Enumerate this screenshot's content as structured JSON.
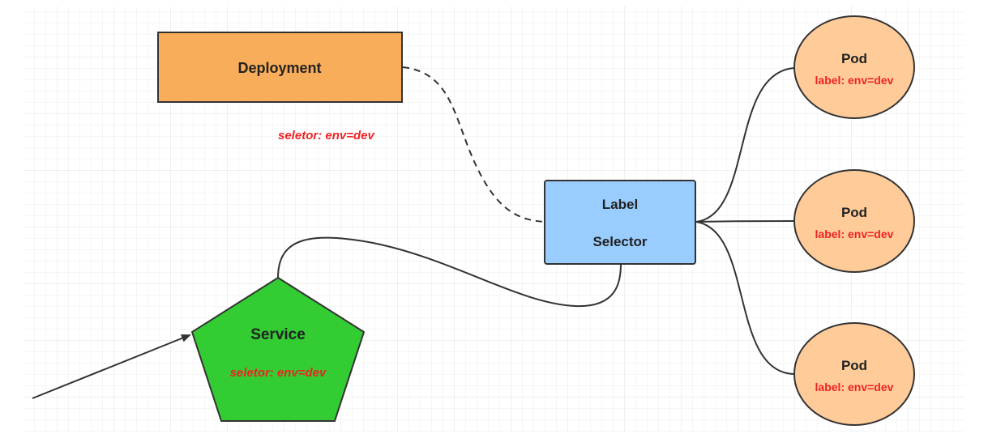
{
  "deployment": {
    "title": "Deployment",
    "selector": "seletor:  env=dev"
  },
  "label_selector": {
    "line1": "Label",
    "line2": "Selector"
  },
  "service": {
    "title": "Service",
    "selector": "seletor:  env=dev"
  },
  "pods": [
    {
      "title": "Pod",
      "label": "label: env=dev"
    },
    {
      "title": "Pod",
      "label": "label: env=dev"
    },
    {
      "title": "Pod",
      "label": "label: env=dev"
    }
  ],
  "colors": {
    "deployment_fill": "#f8ad5a",
    "selector_fill": "#99ccff",
    "service_fill": "#33cc33",
    "pod_fill": "#ffcc99",
    "label_text": "#ee2222",
    "edge": "#333333"
  }
}
